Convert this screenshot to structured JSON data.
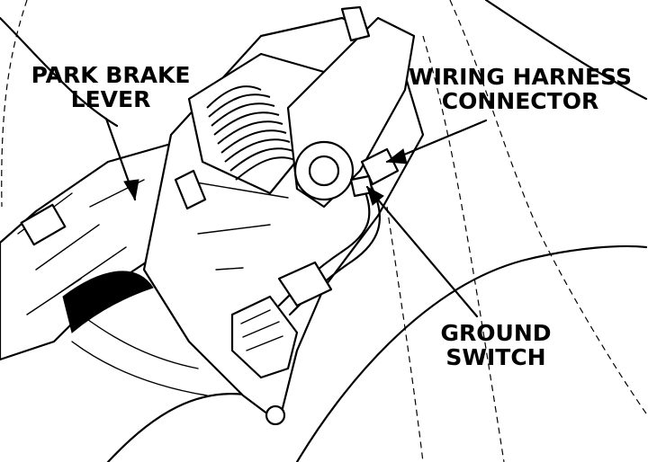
{
  "labels": {
    "park_brake_lever": [
      "PARK BRAKE",
      "LEVER"
    ],
    "wiring_harness_connector": [
      "WIRING HARNESS",
      "CONNECTOR"
    ],
    "ground_switch": [
      "GROUND",
      "SWITCH"
    ]
  },
  "colors": {
    "ink": "#000000",
    "paper": "#ffffff"
  }
}
